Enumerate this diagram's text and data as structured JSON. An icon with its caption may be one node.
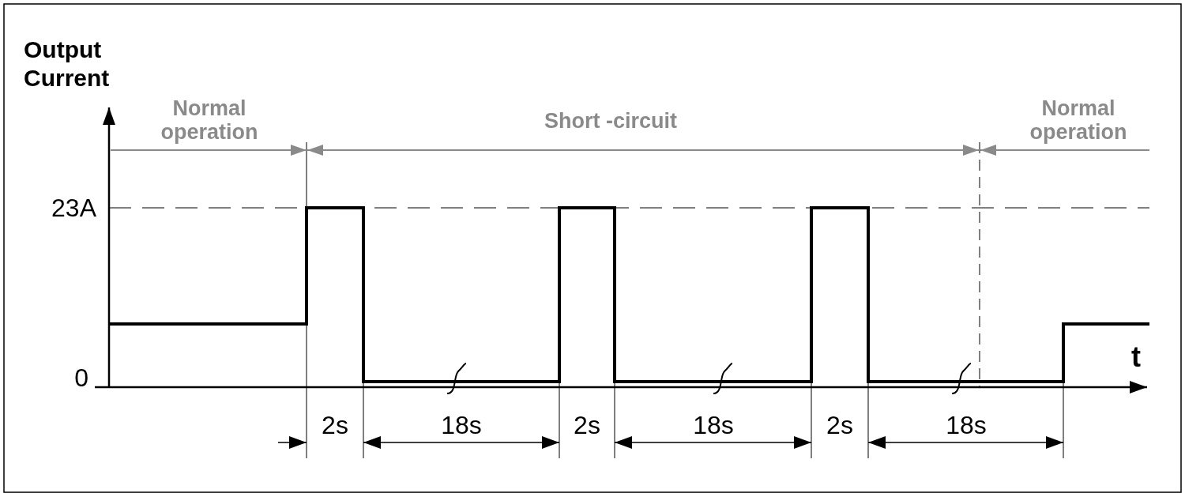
{
  "diagram": {
    "labels": [
      "Output Current",
      "Normal operation",
      "Short -circuit",
      "Normal operation",
      "23A",
      "0",
      "t",
      "2s",
      "18s",
      "2s",
      "18s",
      "2s",
      "18s"
    ]
  }
}
